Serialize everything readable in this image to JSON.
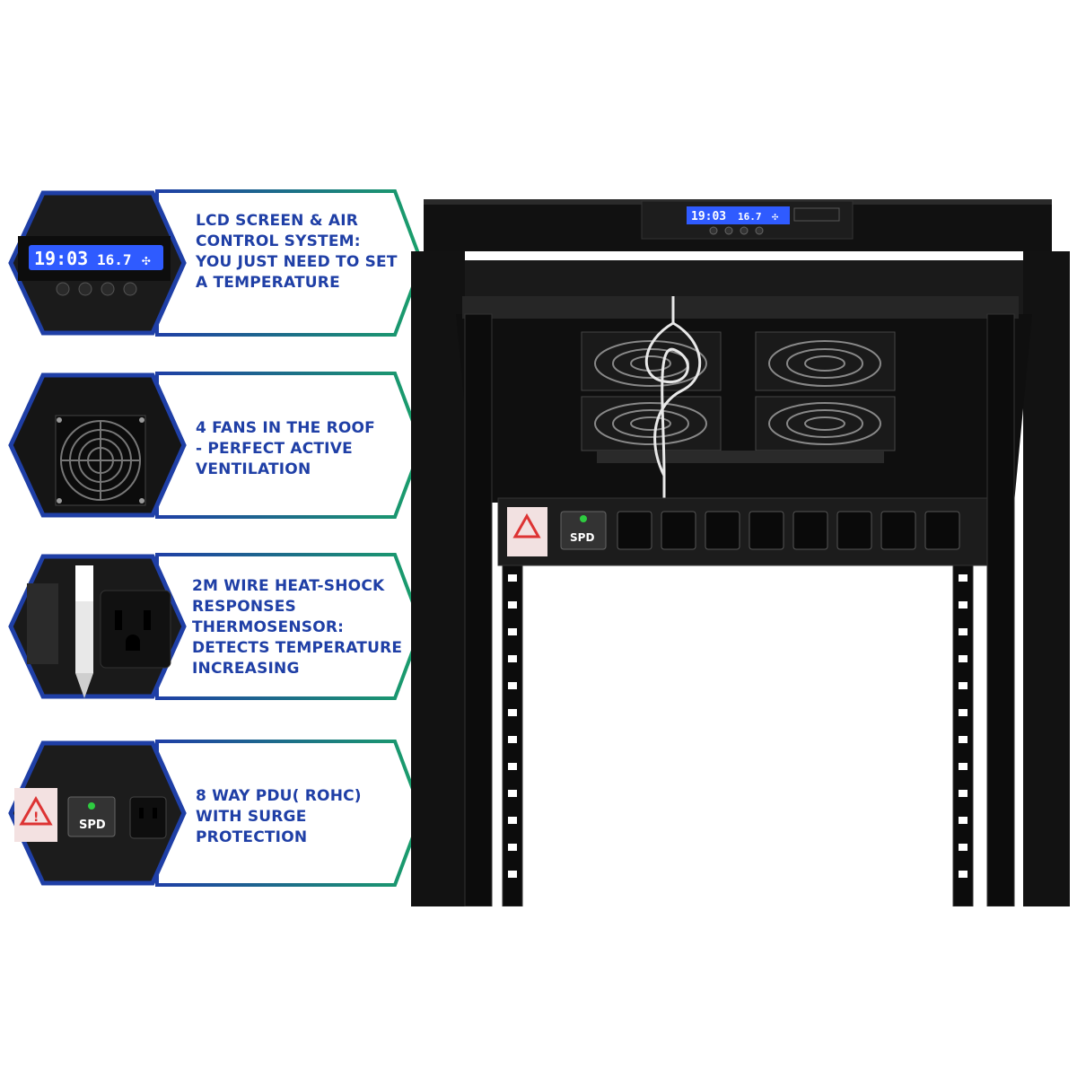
{
  "features": [
    {
      "id": "lcd",
      "lines": [
        "LCD SCREEN & AIR",
        "CONTROL SYSTEM:",
        "YOU JUST NEED TO SET",
        "A TEMPERATURE"
      ]
    },
    {
      "id": "fans",
      "lines": [
        "4 FANS IN THE ROOF",
        "- PERFECT ACTIVE",
        "VENTILATION"
      ]
    },
    {
      "id": "thermo",
      "lines": [
        "2M WIRE HEAT-SHOCK",
        "RESPONSES",
        "THERMOSENSOR:",
        "DETECTS TEMPERATURE",
        "INCREASING"
      ]
    },
    {
      "id": "pdu",
      "lines": [
        "8 WAY PDU( ROHC)",
        "WITH SURGE",
        "PROTECTION"
      ]
    }
  ],
  "lcd_readout": {
    "time": "19:03",
    "temp": "16.7"
  },
  "pdu_badge": "SPD",
  "colors": {
    "frame_blue": "#1f3fa6",
    "frame_green": "#1aa06a",
    "text_blue": "#1f3fa6",
    "lcd_blue": "#2f5bff",
    "rack_black": "#111111"
  },
  "icons": [
    "warning-icon",
    "fan-icon",
    "outlet-icon",
    "fan-symbol-icon"
  ]
}
